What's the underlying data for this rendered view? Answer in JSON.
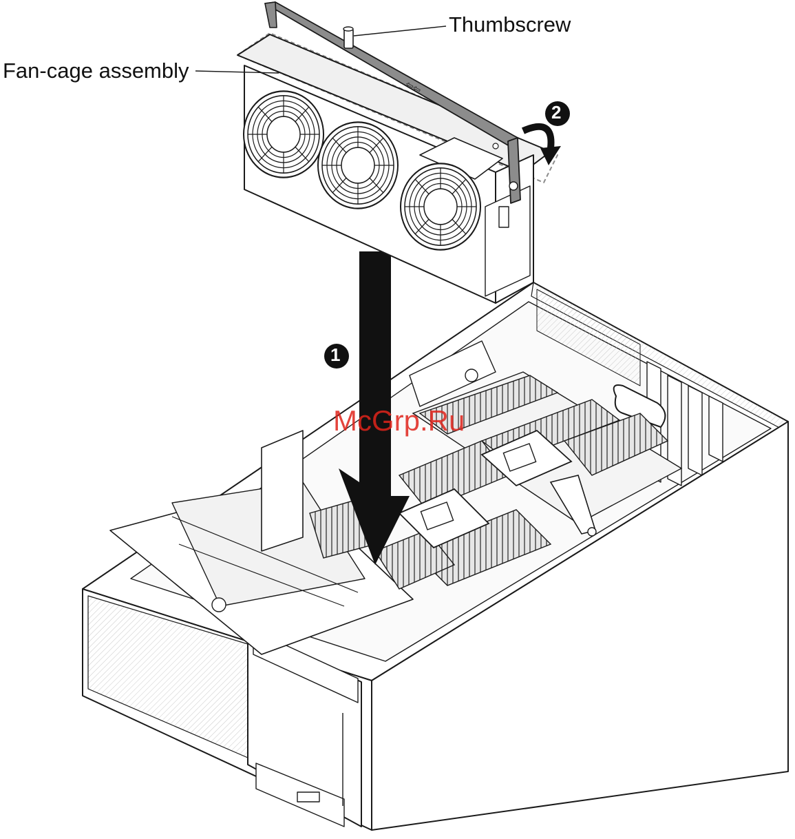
{
  "labels": {
    "thumbscrew": "Thumbscrew",
    "fan_cage_assembly": "Fan-cage assembly"
  },
  "steps": {
    "step1": "1",
    "step2": "2"
  },
  "watermark": "McGrp.Ru",
  "colors": {
    "line": "#1a1a1a",
    "handle": "#8c8c8c",
    "watermark": "#e0241b"
  }
}
